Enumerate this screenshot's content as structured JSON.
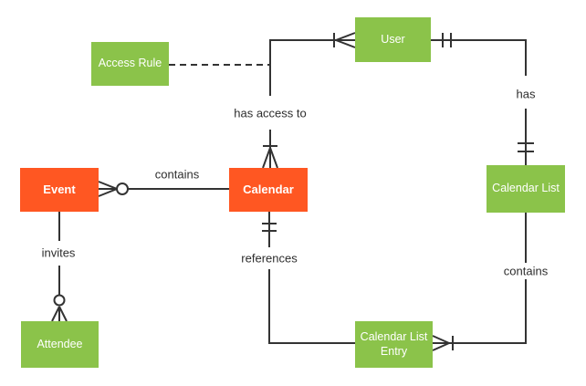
{
  "diagram": {
    "type": "entity-relationship",
    "notation": "crows-foot"
  },
  "entities": {
    "access_rule": {
      "label": "Access Rule",
      "color": "#8bc34a"
    },
    "user": {
      "label": "User",
      "color": "#8bc34a"
    },
    "event": {
      "label": "Event",
      "color": "#ff5722"
    },
    "calendar": {
      "label": "Calendar",
      "color": "#ff5722"
    },
    "calendar_list": {
      "label": "Calendar List",
      "color": "#8bc34a"
    },
    "attendee": {
      "label": "Attendee",
      "color": "#8bc34a"
    },
    "calendar_list_entry": {
      "label": "Calendar List Entry",
      "color": "#8bc34a"
    }
  },
  "relationships": {
    "contains_event_calendar": {
      "label": "contains",
      "from": "event",
      "to": "calendar",
      "cardinality_at_event": "zero-or-many"
    },
    "has_access_to": {
      "label": "has access to",
      "from": "calendar",
      "to": "user",
      "cardinality_at_calendar": "one-or-many",
      "cardinality_at_user": "one-or-many"
    },
    "access_rule_link": {
      "label": "",
      "style": "dashed",
      "from": "access_rule",
      "to": "has_access_to_line"
    },
    "has": {
      "label": "has",
      "from": "user",
      "to": "calendar_list",
      "cardinality_at_user": "one-and-only-one",
      "cardinality_at_calendar_list": "one-and-only-one"
    },
    "contains_list_entry": {
      "label": "contains",
      "from": "calendar_list",
      "to": "calendar_list_entry",
      "cardinality_at_calendar_list_entry": "one-or-many"
    },
    "references": {
      "label": "references",
      "from": "calendar_list_entry",
      "to": "calendar",
      "cardinality_at_calendar": "one-and-only-one"
    },
    "invites": {
      "label": "invites",
      "from": "event",
      "to": "attendee",
      "cardinality_at_attendee": "zero-or-many"
    }
  },
  "colors": {
    "entity_primary": "#ff5722",
    "entity_secondary": "#8bc34a",
    "line": "#333333",
    "label_text": "#2d2d2d",
    "entity_text": "#ffffff",
    "background": "#ffffff"
  }
}
